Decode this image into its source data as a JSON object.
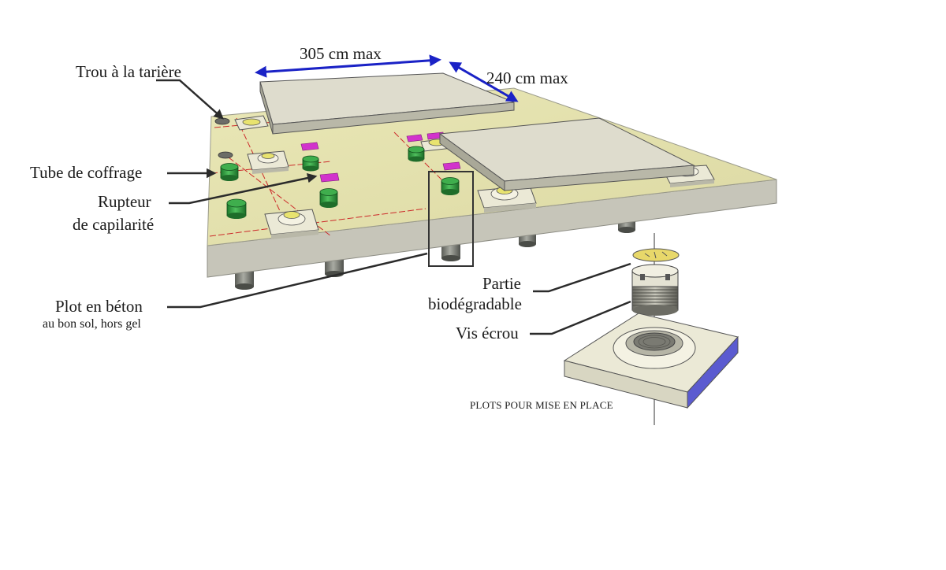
{
  "labels": {
    "dim_length": "305 cm max",
    "dim_width": "240 cm max",
    "auger_hole": "Trou à la tarière",
    "formwork_tube": "Tube de coffrage",
    "capillary_break_line1": "Rupteur",
    "capillary_break_line2": "de capilarité",
    "concrete_pad_line1": "Plot en béton",
    "concrete_pad_line2": "au bon sol, hors gel",
    "biodegradable_line1": "Partie",
    "biodegradable_line2": "biodégradable",
    "screw_nut": "Vis écrou",
    "caption": "PLOTS POUR MISE EN PLACE"
  },
  "colors": {
    "slab_top": "#e3e1ae",
    "slab_front": "#c6c5b9",
    "slab_side": "#a6a79a",
    "panel_top": "#dedccd",
    "panel_edge": "#b9b8a8",
    "pad": "#ebe9d6",
    "tube": "#2f9a3f",
    "capillary_break": "#d233cc",
    "dimension_arrow": "#1a22c6",
    "grid_line": "#cc2a2a",
    "leader": "#2b2b2b",
    "pad_side_accent": "#5b5bd0"
  }
}
